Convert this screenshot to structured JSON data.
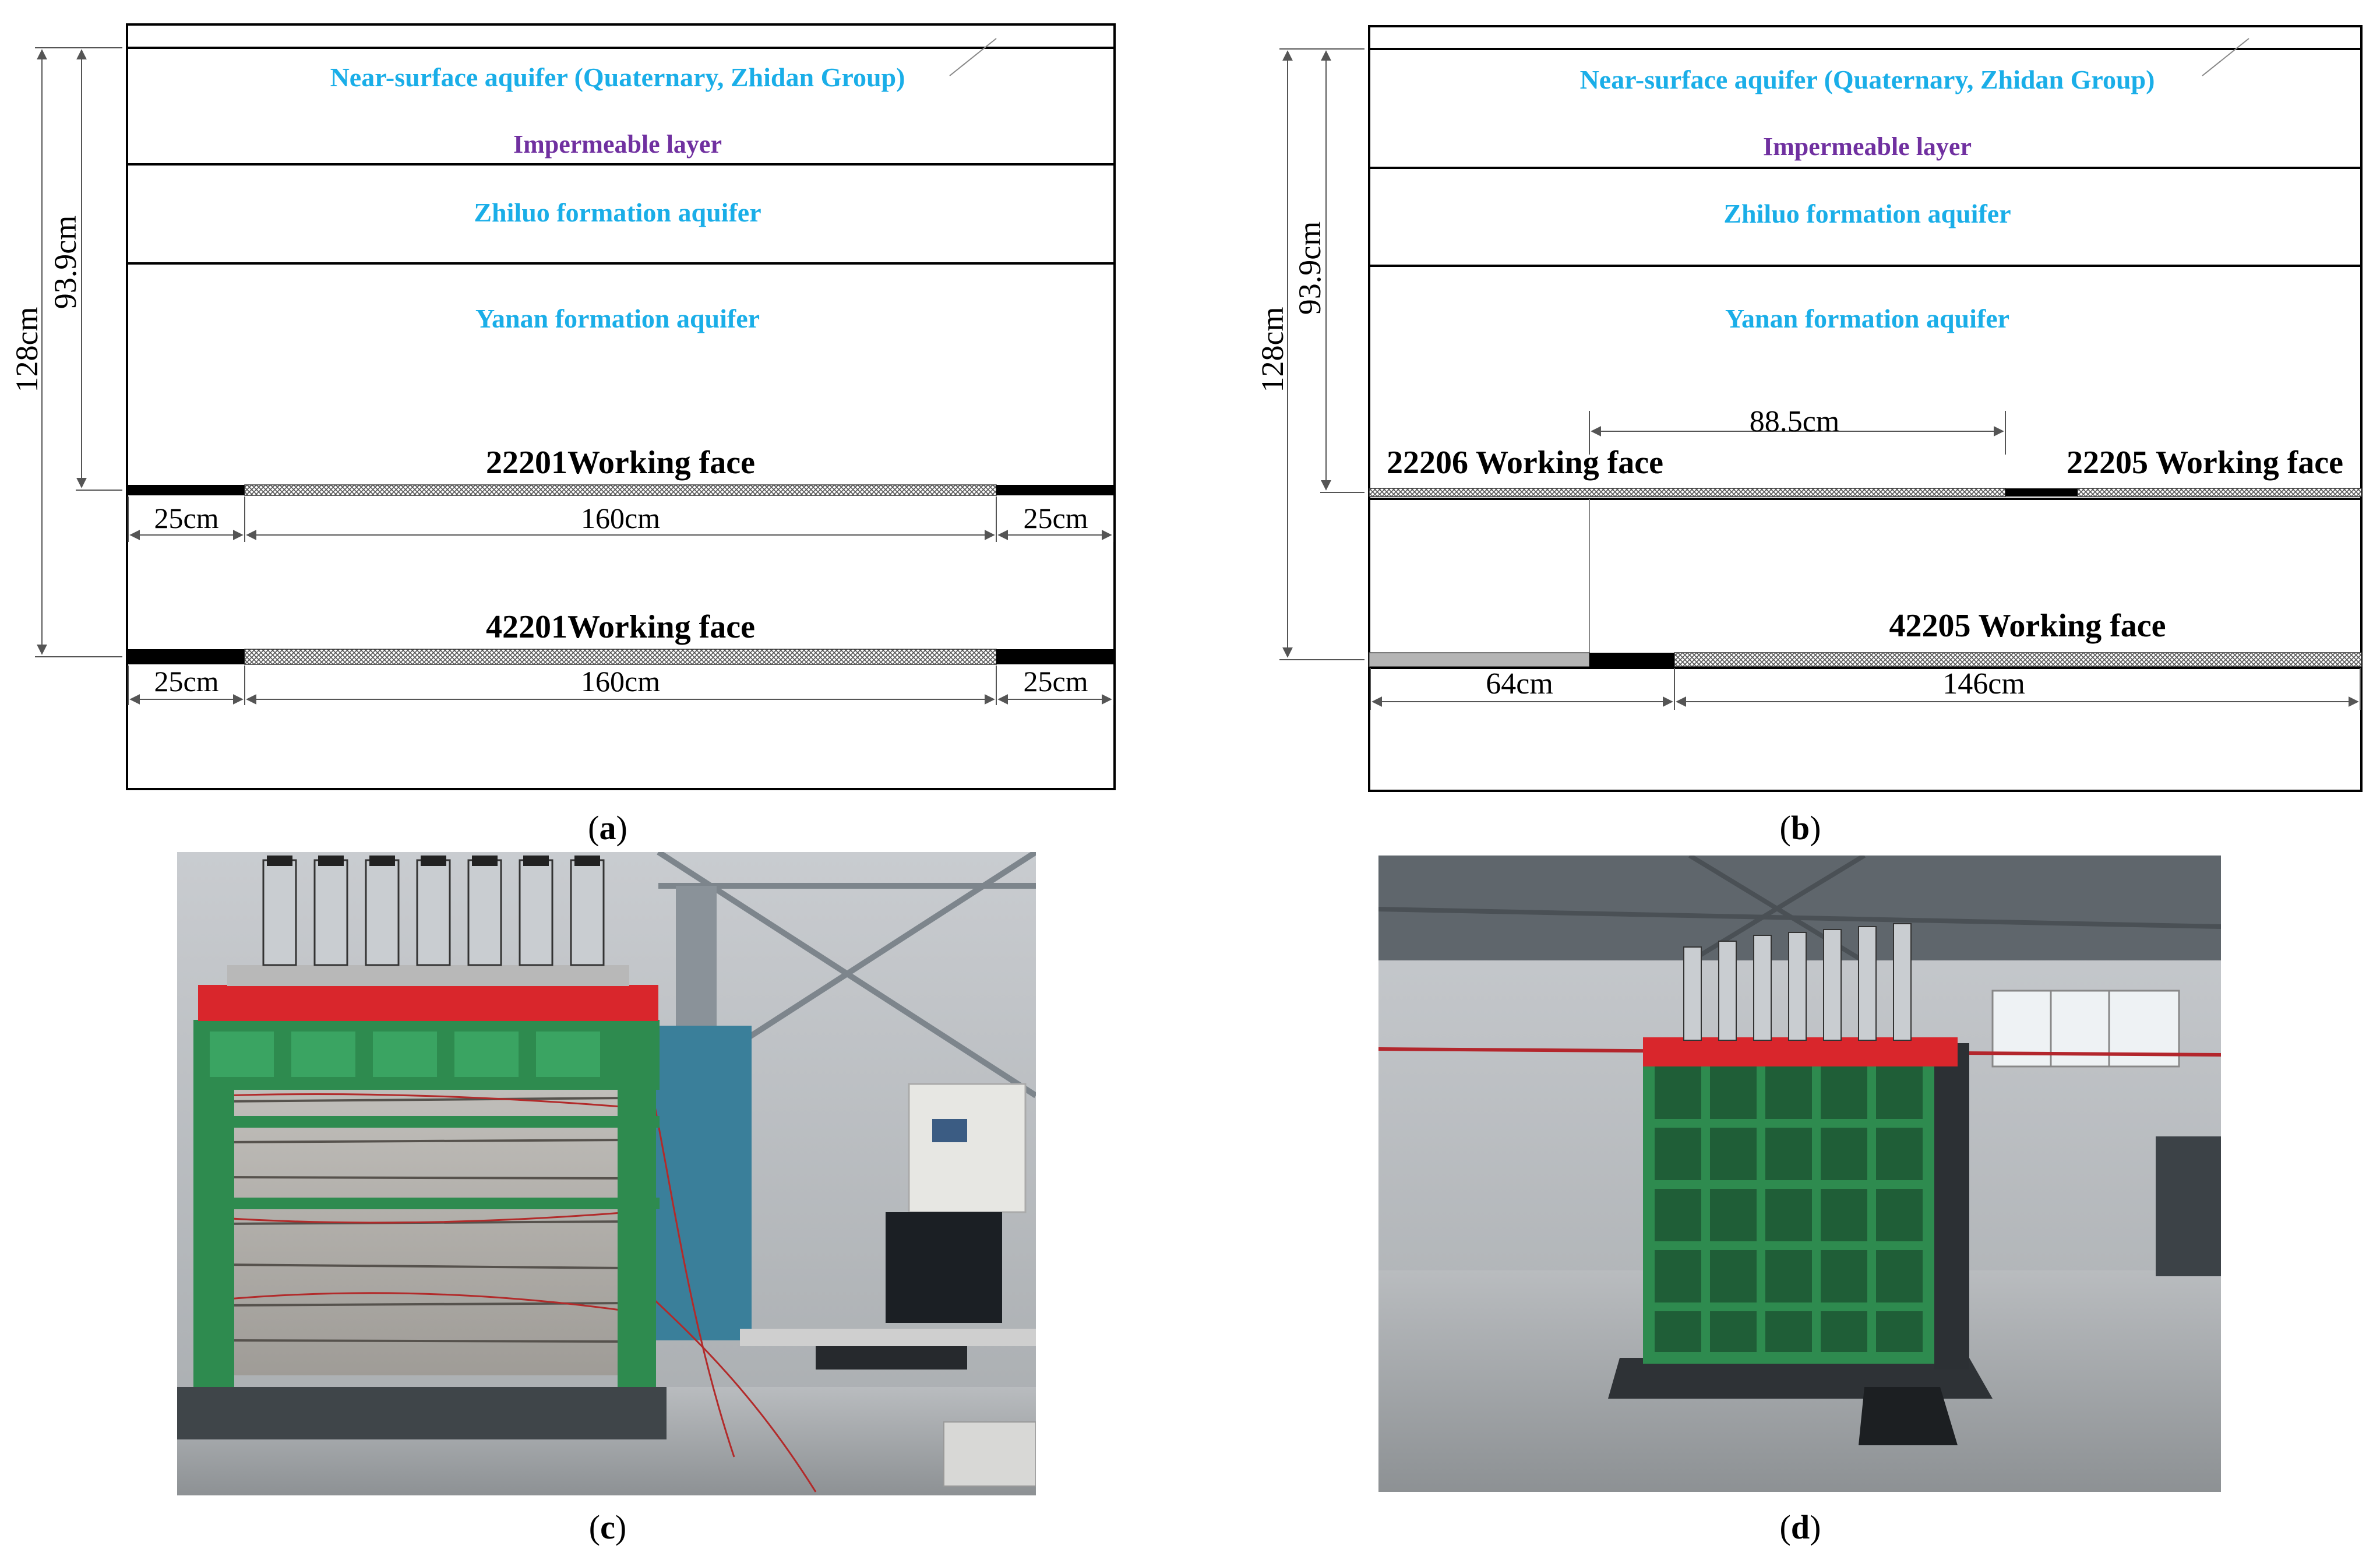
{
  "panel_a": {
    "caption": "a",
    "layers": {
      "near_surface": "Near-surface aquifer (Quaternary, Zhidan Group)",
      "impermeable": "Impermeable layer",
      "zhiluo": "Zhiluo formation aquifer",
      "yanan": "Yanan formation aquifer"
    },
    "height_total": "128cm",
    "height_upper": "93.9cm",
    "face_upper": {
      "label": "22201Working face",
      "dims": [
        "25cm",
        "160cm",
        "25cm"
      ]
    },
    "face_lower": {
      "label": "42201Working face",
      "dims": [
        "25cm",
        "160cm",
        "25cm"
      ]
    }
  },
  "panel_b": {
    "caption": "b",
    "layers": {
      "near_surface": "Near-surface aquifer (Quaternary, Zhidan Group)",
      "impermeable": "Impermeable layer",
      "zhiluo": "Zhiluo formation aquifer",
      "yanan": "Yanan formation aquifer"
    },
    "height_total": "128cm",
    "height_upper": "93.9cm",
    "spacing": "88.5cm",
    "face_left": "22206 Working face",
    "face_right": "22205 Working face",
    "face_lower": {
      "label": "42205 Working face",
      "dims": [
        "64cm",
        "146cm"
      ]
    }
  },
  "panel_c": {
    "caption": "c"
  },
  "panel_d": {
    "caption": "d"
  },
  "colors": {
    "aquifer_text": "#1aaee8",
    "impermeable_text": "#7030a0",
    "model_frame_green": "#2e8b4f",
    "load_beam_red": "#d9262c"
  }
}
